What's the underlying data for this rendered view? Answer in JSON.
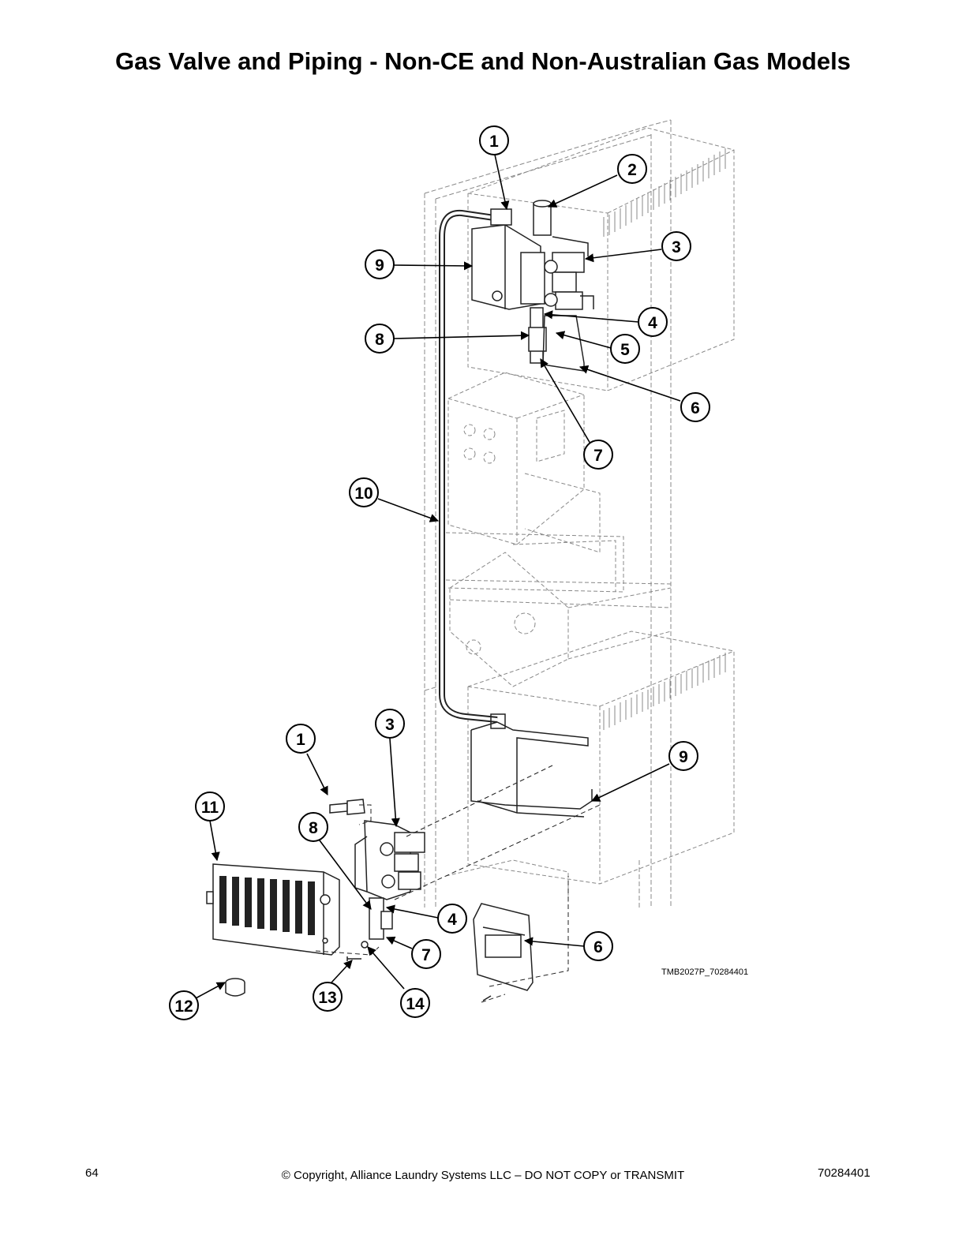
{
  "page": {
    "title": "Gas Valve and Piping - Non-CE and Non-Australian Gas Models",
    "figure_code": "TMB2027P_70284401",
    "page_number": "64",
    "copyright": "© Copyright, Alliance Laundry Systems LLC – DO NOT COPY or TRANSMIT",
    "document_number": "70284401"
  },
  "callouts": [
    "1",
    "2",
    "3",
    "9",
    "4",
    "8",
    "5",
    "6",
    "7",
    "10",
    "1",
    "3",
    "9",
    "11",
    "8",
    "4",
    "6",
    "7",
    "12",
    "13",
    "14"
  ]
}
